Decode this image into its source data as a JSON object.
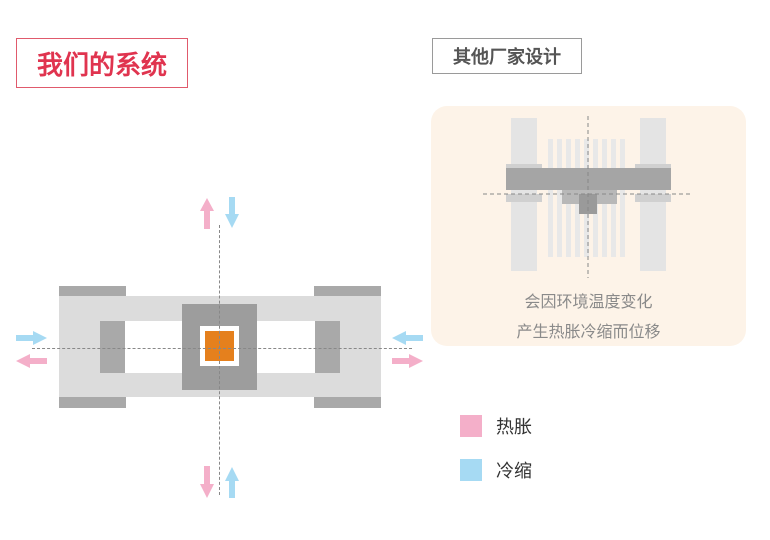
{
  "titles": {
    "ours": "我们的系统",
    "others": "其他厂家设计"
  },
  "panel": {
    "line1": "会因环境温度变化",
    "line2": "产生热胀冷缩而位移"
  },
  "legend": {
    "items": [
      {
        "label": "热胀",
        "color": "#f4afc9"
      },
      {
        "label": "冷缩",
        "color": "#a6daf3"
      }
    ]
  },
  "colors": {
    "expand_arrow": "#f4afc9",
    "contract_arrow": "#a6daf3",
    "frame": "#dcdcdc",
    "frame_dark": "#a9a9a9",
    "core": "#e5801d",
    "panel_bg": "#fdf3e8"
  }
}
